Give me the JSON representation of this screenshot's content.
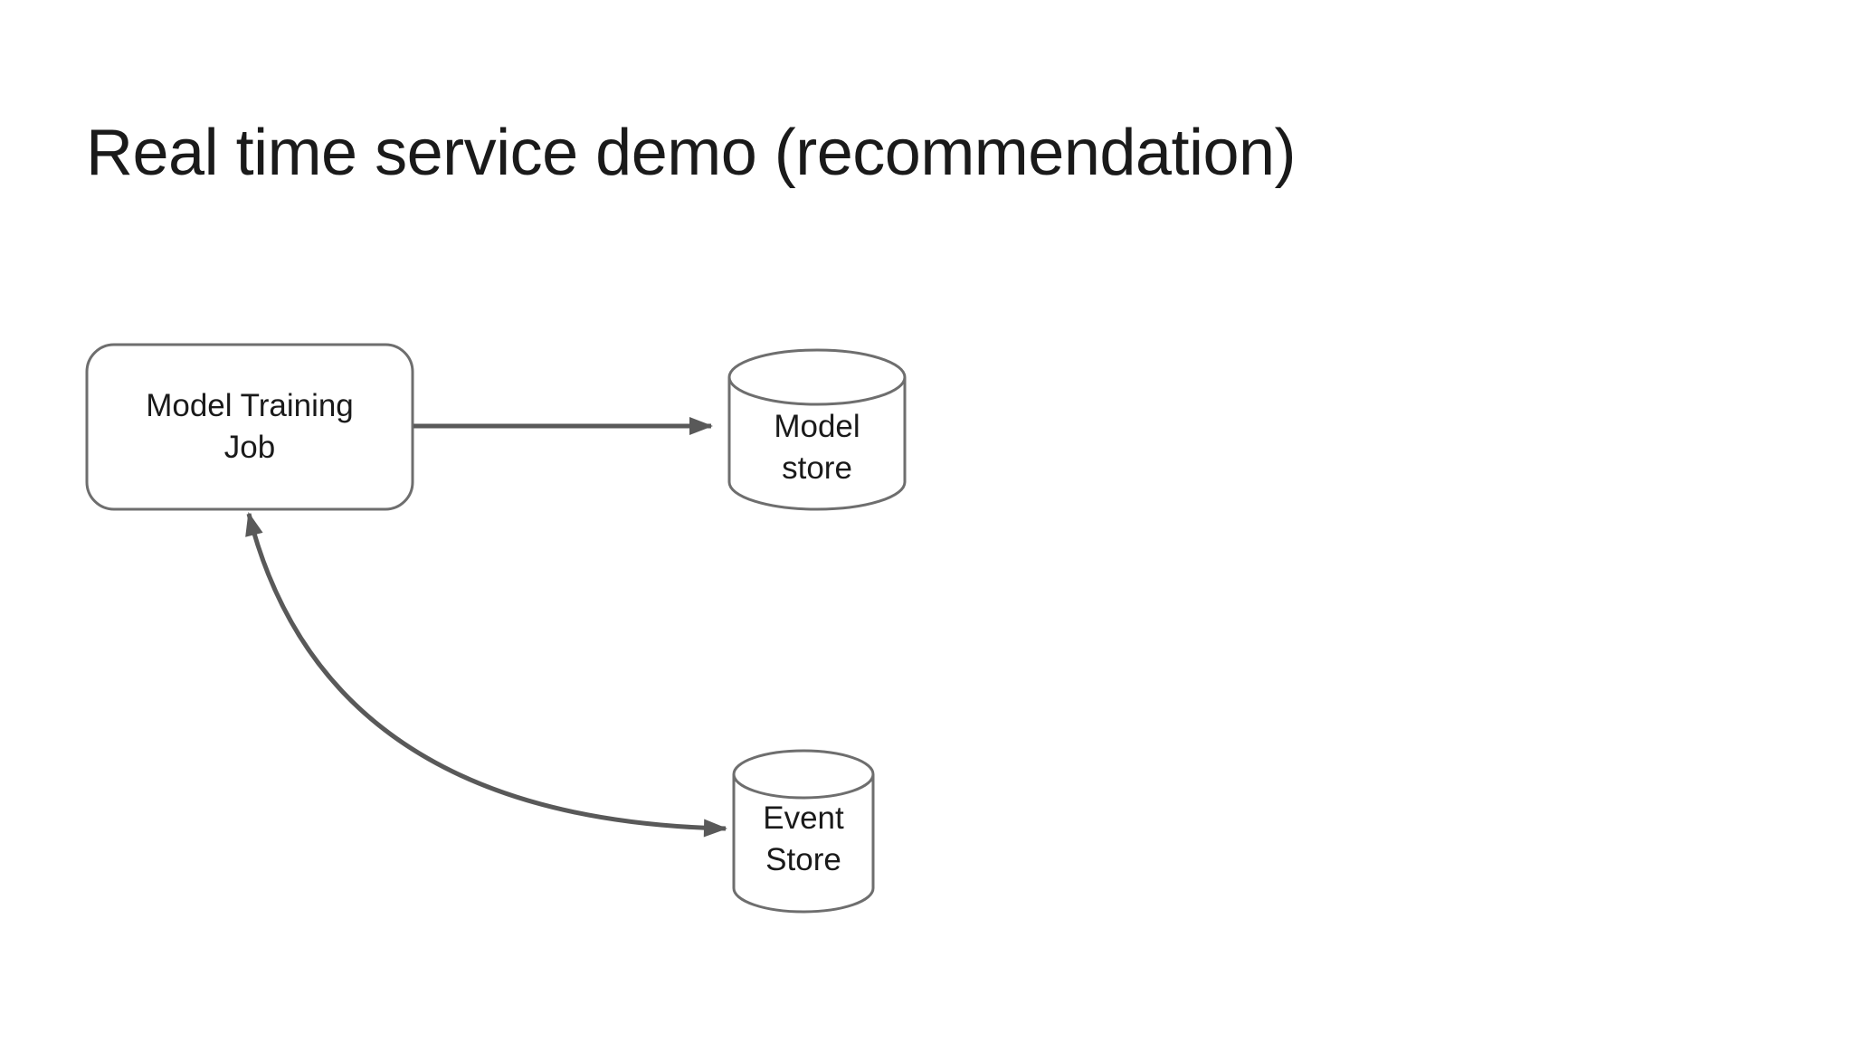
{
  "title": "Real time service demo (recommendation)",
  "diagram": {
    "nodes": [
      {
        "name": "model-training-job",
        "shape": "rounded-rectangle",
        "label_line1": "Model Training",
        "label_line2": "Job"
      },
      {
        "name": "model-store",
        "shape": "cylinder",
        "label_line1": "Model",
        "label_line2": "store"
      },
      {
        "name": "event-store",
        "shape": "cylinder",
        "label_line1": "Event",
        "label_line2": "Store"
      }
    ],
    "edges": [
      {
        "name": "training-job-to-model-store",
        "from": "model-training-job",
        "to": "model-store",
        "style": "straight",
        "arrowheads": "end"
      },
      {
        "name": "training-job-and-event-store",
        "from": "model-training-job",
        "to": "event-store",
        "style": "curved",
        "arrowheads": "both"
      }
    ],
    "colors": {
      "shape_border": "#6e6e6e",
      "arrow": "#595959",
      "text": "#1a1a1a",
      "background": "#ffffff"
    }
  }
}
